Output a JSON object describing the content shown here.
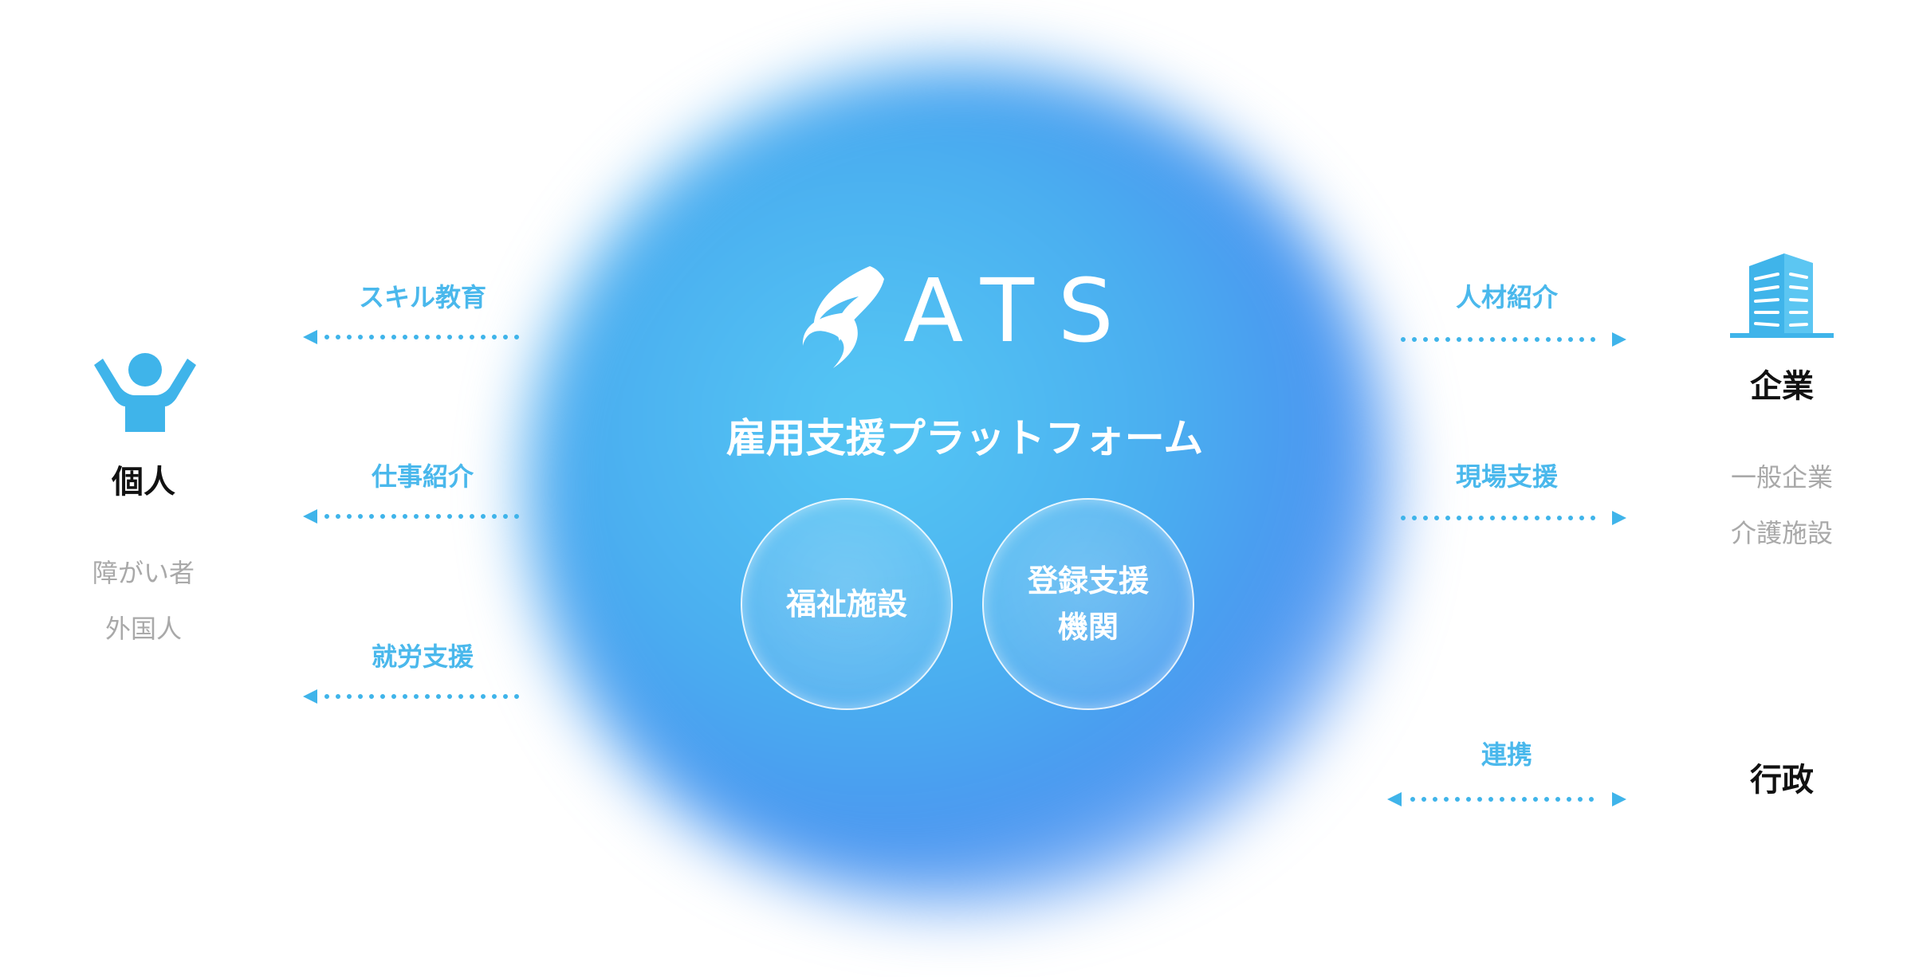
{
  "brand": {
    "name": "ATS",
    "tagline": "雇用支援プラットフォーム",
    "logo_icon": "leaf-flame-icon"
  },
  "center": {
    "circle_left": [
      "福祉施設"
    ],
    "circle_right": [
      "登録支援",
      "機関"
    ]
  },
  "individual": {
    "title": "個人",
    "subs": [
      "障がい者",
      "外国人"
    ],
    "icon": "person-cheering-icon"
  },
  "company": {
    "title": "企業",
    "subs": [
      "一般企業",
      "介護施設"
    ],
    "icon": "building-icon"
  },
  "government": {
    "title": "行政"
  },
  "flows_left": [
    "スキル教育",
    "仕事紹介",
    "就労支援"
  ],
  "flows_right": [
    "人材紹介",
    "現場支援"
  ],
  "flow_bottom": "連携",
  "colors": {
    "accent": "#4ab8ec",
    "icon_blue": "#3fb4ea",
    "text_dark": "#111111",
    "text_muted": "#a9a9a9"
  }
}
